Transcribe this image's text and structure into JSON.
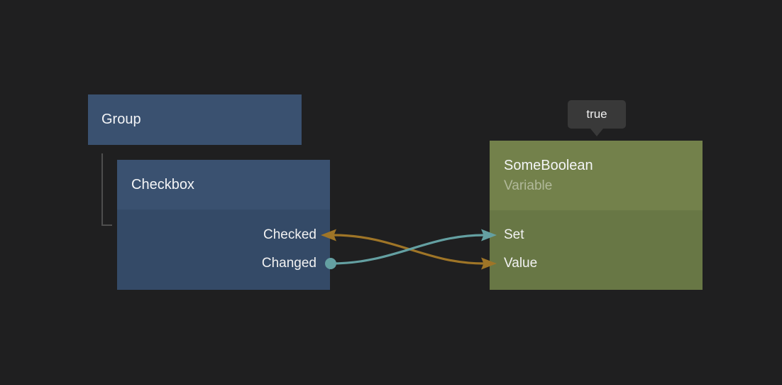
{
  "canvas": {
    "background": "#1F1F20"
  },
  "nodes": {
    "group": {
      "title": "Group",
      "header_color": "#3A5170"
    },
    "checkbox": {
      "title": "Checkbox",
      "header_color": "#3A5170",
      "body_color": "#344A67",
      "ports": [
        {
          "label": "Checked"
        },
        {
          "label": "Changed"
        }
      ]
    },
    "variable": {
      "title": "SomeBoolean",
      "subtitle": "Variable",
      "header_color": "#73814B",
      "body_color": "#687745",
      "ports": [
        {
          "label": "Set"
        },
        {
          "label": "Value"
        }
      ]
    }
  },
  "tooltip": {
    "text": "true",
    "background": "#393939"
  },
  "colors": {
    "data_wire": "#9F7527",
    "signal_wire": "#64A0A2",
    "hierarchy_line": "#4E4E4E",
    "title_text": "#F4F5F7",
    "subtitle_text": "#B1B99A"
  },
  "connections": [
    {
      "ports": [
        "Checked",
        "Value"
      ],
      "wire_color": "#9F7527",
      "arrowheads": [
        "Checked",
        "Value"
      ]
    },
    {
      "ports": [
        "Changed",
        "Set"
      ],
      "wire_color": "#64A0A2",
      "arrowheads": [
        "Set"
      ],
      "source_dot": "Changed"
    }
  ]
}
